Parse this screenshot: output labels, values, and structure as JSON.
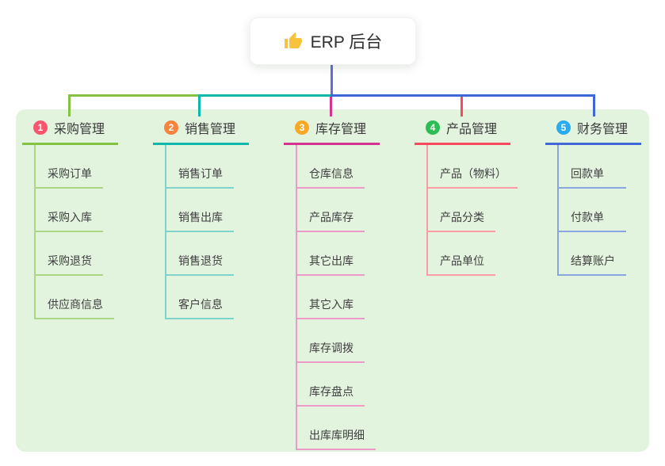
{
  "root": {
    "label": "ERP 后台",
    "icon": "thumbs-up-icon",
    "connector_color": "#5f6fd9"
  },
  "panel": {
    "background": "#e2f3de"
  },
  "branches": [
    {
      "index": "1",
      "label": "采购管理",
      "line_color": "#85c143",
      "child_line_color": "#abd683",
      "badge_color": "#f8566c",
      "children": [
        "采购订单",
        "采购入库",
        "采购退货",
        "供应商信息"
      ]
    },
    {
      "index": "2",
      "label": "销售管理",
      "line_color": "#10b7ab",
      "child_line_color": "#7ed4cb",
      "badge_color": "#f8833d",
      "children": [
        "销售订单",
        "销售出库",
        "销售退货",
        "客户信息"
      ]
    },
    {
      "index": "3",
      "label": "库存管理",
      "line_color": "#d63390",
      "child_line_color": "#ee9ac7",
      "badge_color": "#f9a825",
      "children": [
        "仓库信息",
        "产品库存",
        "其它出库",
        "其它入库",
        "库存调拨",
        "库存盘点",
        "出库库明细"
      ]
    },
    {
      "index": "4",
      "label": "产品管理",
      "line_color": "#f8495f",
      "child_line_color": "#fb9ba5",
      "badge_color": "#2ebd55",
      "children": [
        "产品（物料）",
        "产品分类",
        "产品单位"
      ]
    },
    {
      "index": "5",
      "label": "财务管理",
      "line_color": "#3f68d6",
      "child_line_color": "#8aa6e0",
      "badge_color": "#2aabeb",
      "children": [
        "回款单",
        "付款单",
        "结算账户"
      ]
    }
  ]
}
